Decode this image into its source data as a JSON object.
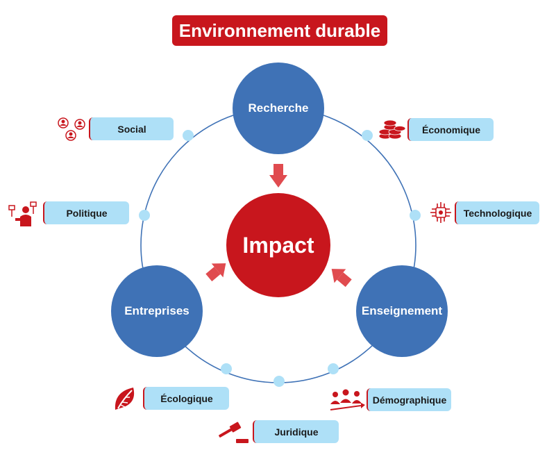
{
  "title": "Environnement durable",
  "nodes": {
    "recherche": "Recherche",
    "entreprises": "Entreprises",
    "enseignement": "Enseignement",
    "impact": "Impact"
  },
  "dimensions": {
    "social": "Social",
    "politique": "Politique",
    "economique": "Économique",
    "technologique": "Technologique",
    "ecologique": "Écologique",
    "juridique": "Juridique",
    "demographique": "Démographique"
  },
  "colors": {
    "title_bg": "#c8161d",
    "node_blue": "#3f72b6",
    "impact_red": "#c8161d",
    "tag_bg": "#aee0f7",
    "arrow": "#e04b4f",
    "ring": "#3f72b6",
    "dot": "#aee0f7"
  }
}
